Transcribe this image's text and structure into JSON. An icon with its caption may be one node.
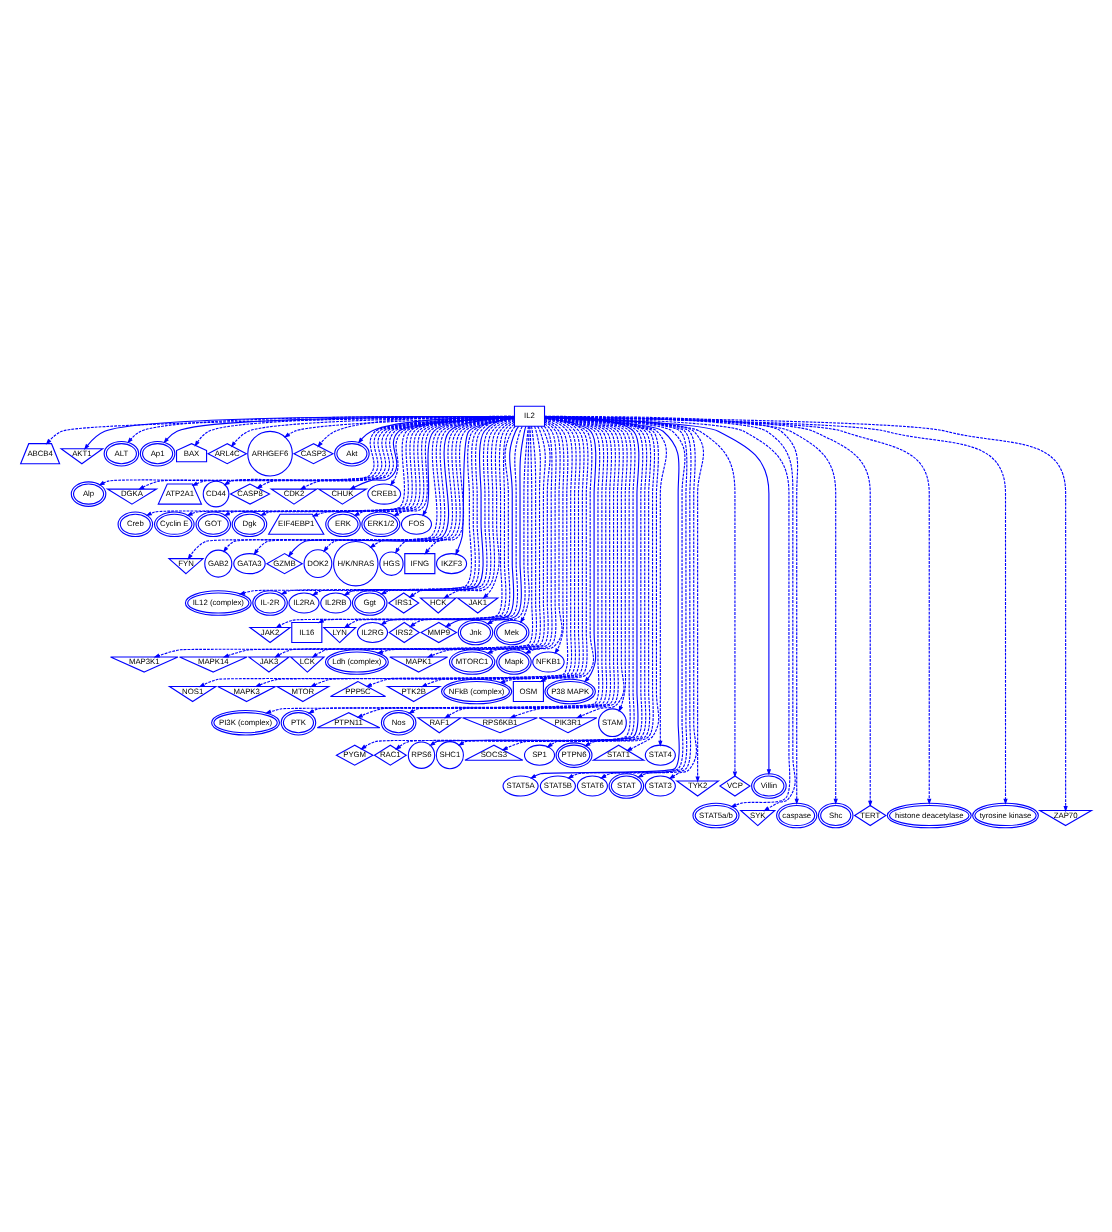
{
  "diagram": {
    "nodes": [
      {
        "text": [
          "IL2"
        ]
      },
      {
        "text": [
          "ABCB4"
        ]
      },
      {
        "text": [
          "AKT1"
        ]
      },
      {
        "text": [
          "ALT"
        ]
      },
      {
        "text": [
          "Ap1"
        ]
      },
      {
        "text": [
          "BAX"
        ]
      },
      {
        "text": [
          "ARL4C"
        ]
      },
      {
        "text": [
          "ARHGEF6"
        ]
      },
      {
        "text": [
          "CASP3"
        ]
      },
      {
        "text": [
          "Akt"
        ]
      },
      {
        "text": [
          "Alp"
        ]
      },
      {
        "text": [
          "DGKA"
        ]
      },
      {
        "text": [
          "ATP2A1"
        ]
      },
      {
        "text": [
          "CD44"
        ]
      },
      {
        "text": [
          "CASP8"
        ]
      },
      {
        "text": [
          "CDK2"
        ]
      },
      {
        "text": [
          "CHUK"
        ]
      },
      {
        "text": [
          "CREB1"
        ]
      },
      {
        "text": [
          "Creb"
        ]
      },
      {
        "text": [
          "Cyclin E"
        ]
      },
      {
        "text": [
          "GOT"
        ]
      },
      {
        "text": [
          "Dgk"
        ]
      },
      {
        "text": [
          "EIF4EBP1"
        ]
      },
      {
        "text": [
          "ERK"
        ]
      },
      {
        "text": [
          "ERK1/2"
        ]
      },
      {
        "text": [
          "FOS"
        ]
      },
      {
        "text": [
          "FYN"
        ]
      },
      {
        "text": [
          "GAB2"
        ]
      },
      {
        "text": [
          "GATA3"
        ]
      },
      {
        "text": [
          "GZMB"
        ]
      },
      {
        "text": [
          "DOK2"
        ]
      },
      {
        "text": [
          "H/K/NRAS"
        ]
      },
      {
        "text": [
          "HGS"
        ]
      },
      {
        "text": [
          "IFNG"
        ]
      },
      {
        "text": [
          "IKZF3"
        ]
      },
      {
        "text": [
          "IL12 (complex)"
        ]
      },
      {
        "text": [
          "IL-2R"
        ]
      },
      {
        "text": [
          "IL2RA"
        ]
      },
      {
        "text": [
          "IL2RB"
        ]
      },
      {
        "text": [
          "Ggt"
        ]
      },
      {
        "text": [
          "IRS1"
        ]
      },
      {
        "text": [
          "HCK"
        ]
      },
      {
        "text": [
          "JAK1"
        ]
      },
      {
        "text": [
          "JAK2"
        ]
      },
      {
        "text": [
          "IL16"
        ]
      },
      {
        "text": [
          "LYN"
        ]
      },
      {
        "text": [
          "IL2RG"
        ]
      },
      {
        "text": [
          "IRS2"
        ]
      },
      {
        "text": [
          "MMP9"
        ]
      },
      {
        "text": [
          "Jnk"
        ]
      },
      {
        "text": [
          "Mek"
        ]
      },
      {
        "text": [
          "MAP3K1"
        ]
      },
      {
        "text": [
          "MAPK14"
        ]
      },
      {
        "text": [
          "JAK3"
        ]
      },
      {
        "text": [
          "LCK"
        ]
      },
      {
        "text": [
          "Ldh (complex)"
        ]
      },
      {
        "text": [
          "MAPK1"
        ]
      },
      {
        "text": [
          "MTORC1"
        ]
      },
      {
        "text": [
          "Mapk"
        ]
      },
      {
        "text": [
          "NFKB1"
        ]
      },
      {
        "text": [
          "NOS1"
        ]
      },
      {
        "text": [
          "MAPK3"
        ]
      },
      {
        "text": [
          "MTOR"
        ]
      },
      {
        "text": [
          "PPP5C"
        ]
      },
      {
        "text": [
          "PTK2B"
        ]
      },
      {
        "text": [
          "NFkB (complex)"
        ]
      },
      {
        "text": [
          "OSM"
        ]
      },
      {
        "text": [
          "P38 MAPK"
        ]
      },
      {
        "text": [
          "PI3K (complex)"
        ]
      },
      {
        "text": [
          "PTK"
        ]
      },
      {
        "text": [
          "PTPN11"
        ]
      },
      {
        "text": [
          "Nos"
        ]
      },
      {
        "text": [
          "RAF1"
        ]
      },
      {
        "text": [
          "RPS6KB1"
        ]
      },
      {
        "text": [
          "PIK3R1"
        ]
      },
      {
        "text": [
          "STAM"
        ]
      },
      {
        "text": [
          "PYGM"
        ]
      },
      {
        "text": [
          "RAC1"
        ]
      },
      {
        "text": [
          "RPS6"
        ]
      },
      {
        "text": [
          "SHC1"
        ]
      },
      {
        "text": [
          "SOCS3"
        ]
      },
      {
        "text": [
          "SP1"
        ]
      },
      {
        "text": [
          "PTPN6"
        ]
      },
      {
        "text": [
          "STAT1"
        ]
      },
      {
        "text": [
          "STAT4"
        ]
      },
      {
        "text": [
          "STAT5A"
        ]
      },
      {
        "text": [
          "STAT5B"
        ]
      },
      {
        "text": [
          "STAT6"
        ]
      },
      {
        "text": [
          "STAT"
        ]
      },
      {
        "text": [
          "STAT3"
        ]
      },
      {
        "text": [
          "TYK2"
        ]
      },
      {
        "text": [
          "VCP"
        ]
      },
      {
        "text": [
          "Villin"
        ]
      },
      {
        "text": [
          "STAT5a/b"
        ]
      },
      {
        "text": [
          "SYK"
        ]
      },
      {
        "text": [
          "caspase"
        ]
      },
      {
        "text": [
          "Shc"
        ]
      },
      {
        "text": [
          "TERT"
        ]
      },
      {
        "text": [
          "histone deacetylase"
        ]
      },
      {
        "text": [
          "tyrosine kinase"
        ]
      },
      {
        "text": [
          "ZAP70"
        ]
      }
    ],
    "edges": [
      {
        "from": 0,
        "to": 1,
        "arrow": "to",
        "style": "dashed"
      },
      {
        "from": 0,
        "to": 2,
        "arrow": "to"
      },
      {
        "from": 0,
        "to": 3,
        "arrow": "to",
        "style": "dashed"
      },
      {
        "from": 0,
        "to": 4,
        "arrow": "to"
      },
      {
        "from": 0,
        "to": 5,
        "arrow": "to",
        "style": "dashed"
      },
      {
        "from": 0,
        "to": 6,
        "arrow": "to",
        "style": "dashed"
      },
      {
        "from": 0,
        "to": 7,
        "arrow": "to",
        "style": "dashed"
      },
      {
        "from": 0,
        "to": 8,
        "arrow": "to",
        "style": "dashed"
      },
      {
        "from": 0,
        "to": 9,
        "arrow": "to"
      },
      {
        "from": 0,
        "to": 10,
        "arrow": "to",
        "style": "dashed"
      },
      {
        "from": 0,
        "to": 11,
        "arrow": "to",
        "style": "dashed"
      },
      {
        "from": 0,
        "to": 12,
        "arrow": "to",
        "style": "dashed"
      },
      {
        "from": 0,
        "to": 13,
        "arrow": "to",
        "style": "dashed"
      },
      {
        "from": 0,
        "to": 14,
        "arrow": "to",
        "style": "dashed"
      },
      {
        "from": 0,
        "to": 15,
        "arrow": "to",
        "style": "dashed"
      },
      {
        "from": 0,
        "to": 16,
        "arrow": "to"
      },
      {
        "from": 0,
        "to": 17,
        "arrow": "to",
        "style": "dashed"
      },
      {
        "from": 0,
        "to": 18,
        "arrow": "to",
        "style": "dashed"
      },
      {
        "from": 0,
        "to": 19,
        "arrow": "to",
        "style": "dashed"
      },
      {
        "from": 0,
        "to": 20,
        "arrow": "to",
        "style": "dashed"
      },
      {
        "from": 0,
        "to": 21,
        "arrow": "to",
        "style": "dashed"
      },
      {
        "from": 0,
        "to": 22,
        "arrow": "to",
        "style": "dashed"
      },
      {
        "from": 0,
        "to": 23,
        "arrow": "to",
        "style": "dashed"
      },
      {
        "from": 0,
        "to": 24,
        "arrow": "to",
        "style": "dashed"
      },
      {
        "from": 0,
        "to": 25,
        "arrow": "to"
      },
      {
        "from": 0,
        "to": 26,
        "arrow": "to",
        "style": "dashed"
      },
      {
        "from": 0,
        "to": 27,
        "arrow": "to",
        "style": "dashed"
      },
      {
        "from": 0,
        "to": 28,
        "arrow": "to",
        "style": "dashed"
      },
      {
        "from": 0,
        "to": 29,
        "arrow": "to"
      },
      {
        "from": 0,
        "to": 30,
        "arrow": "to",
        "style": "dashed"
      },
      {
        "from": 0,
        "to": 31,
        "arrow": "to",
        "style": "dashed"
      },
      {
        "from": 0,
        "to": 32,
        "arrow": "to",
        "style": "dashed"
      },
      {
        "from": 0,
        "to": 33,
        "arrow": "to",
        "style": "dashed"
      },
      {
        "from": 0,
        "to": 34,
        "arrow": "to"
      },
      {
        "from": 0,
        "to": 35,
        "arrow": "to",
        "style": "dashed"
      },
      {
        "from": 0,
        "to": 36,
        "arrow": "to",
        "style": "dashed"
      },
      {
        "from": 0,
        "to": 37,
        "arrow": "to",
        "style": "dashed"
      },
      {
        "from": 0,
        "to": 38,
        "arrow": "to"
      },
      {
        "from": 0,
        "to": 39,
        "arrow": "to",
        "style": "dashed"
      },
      {
        "from": 0,
        "to": 40,
        "arrow": "to",
        "style": "dashed"
      },
      {
        "from": 0,
        "to": 41,
        "arrow": "to",
        "style": "dashed"
      },
      {
        "from": 0,
        "to": 42,
        "arrow": "to",
        "style": "dashed"
      },
      {
        "from": 0,
        "to": 43,
        "arrow": "to",
        "style": "dashed"
      },
      {
        "from": 0,
        "to": 44,
        "arrow": "to",
        "style": "dashed"
      },
      {
        "from": 0,
        "to": 45,
        "arrow": "to",
        "style": "dashed"
      },
      {
        "from": 0,
        "to": 46,
        "arrow": "to"
      },
      {
        "from": 0,
        "to": 47,
        "arrow": "to",
        "style": "dashed"
      },
      {
        "from": 0,
        "to": 48,
        "arrow": "to"
      },
      {
        "from": 0,
        "to": 49,
        "arrow": "to",
        "style": "dashed"
      },
      {
        "from": 0,
        "to": 50,
        "arrow": "to",
        "style": "dashed"
      },
      {
        "from": 0,
        "to": 51,
        "arrow": "to",
        "style": "dashed"
      },
      {
        "from": 0,
        "to": 52,
        "arrow": "to",
        "style": "dashed"
      },
      {
        "from": 0,
        "to": 53,
        "arrow": "to",
        "style": "dashed"
      },
      {
        "from": 0,
        "to": 54,
        "arrow": "to",
        "style": "dashed"
      },
      {
        "from": 0,
        "to": 55,
        "arrow": "to",
        "style": "dashed"
      },
      {
        "from": 0,
        "to": 56,
        "arrow": "to",
        "style": "dashed"
      },
      {
        "from": 0,
        "to": 57,
        "arrow": "to",
        "style": "dashed"
      },
      {
        "from": 0,
        "to": 58,
        "arrow": "to",
        "style": "dashed"
      },
      {
        "from": 0,
        "to": 59,
        "arrow": "to",
        "style": "dashed"
      },
      {
        "from": 0,
        "to": 60,
        "arrow": "to",
        "style": "dashed"
      },
      {
        "from": 0,
        "to": 61,
        "arrow": "to",
        "style": "dashed"
      },
      {
        "from": 0,
        "to": 62,
        "arrow": "to",
        "style": "dashed"
      },
      {
        "from": 0,
        "to": 63,
        "arrow": "to",
        "style": "dashed"
      },
      {
        "from": 0,
        "to": 64,
        "arrow": "to",
        "style": "dashed"
      },
      {
        "from": 0,
        "to": 65,
        "arrow": "to",
        "style": "dashed"
      },
      {
        "from": 0,
        "to": 66,
        "arrow": "to",
        "style": "dashed"
      },
      {
        "from": 0,
        "to": 67,
        "arrow": "to"
      },
      {
        "from": 0,
        "to": 68,
        "arrow": "to",
        "style": "dashed"
      },
      {
        "from": 0,
        "to": 69,
        "arrow": "to",
        "style": "dashed"
      },
      {
        "from": 0,
        "to": 70,
        "arrow": "to",
        "style": "dashed"
      },
      {
        "from": 0,
        "to": 71,
        "arrow": "to",
        "style": "dashed"
      },
      {
        "from": 0,
        "to": 72,
        "arrow": "to",
        "style": "dashed"
      },
      {
        "from": 0,
        "to": 73,
        "arrow": "to",
        "style": "dashed"
      },
      {
        "from": 0,
        "to": 74,
        "arrow": "to",
        "style": "dashed"
      },
      {
        "from": 0,
        "to": 75,
        "arrow": "to",
        "style": "dashed"
      },
      {
        "from": 0,
        "to": 76,
        "arrow": "to",
        "style": "dashed"
      },
      {
        "from": 0,
        "to": 77,
        "arrow": "to",
        "style": "dashed"
      },
      {
        "from": 0,
        "to": 78,
        "arrow": "to"
      },
      {
        "from": 0,
        "to": 79,
        "arrow": "to",
        "style": "dashed"
      },
      {
        "from": 0,
        "to": 80,
        "arrow": "to",
        "style": "dashed"
      },
      {
        "from": 0,
        "to": 81,
        "arrow": "to",
        "style": "dashed"
      },
      {
        "from": 0,
        "to": 82,
        "arrow": "to",
        "style": "dashed"
      },
      {
        "from": 0,
        "to": 83,
        "arrow": "to",
        "style": "dashed"
      },
      {
        "from": 0,
        "to": 84,
        "arrow": "to",
        "style": "dashed"
      },
      {
        "from": 0,
        "to": 85,
        "arrow": "to"
      },
      {
        "from": 0,
        "to": 86,
        "arrow": "to",
        "style": "dashed"
      },
      {
        "from": 0,
        "to": 87,
        "arrow": "to",
        "style": "dashed"
      },
      {
        "from": 0,
        "to": 88,
        "arrow": "to",
        "style": "dashed"
      },
      {
        "from": 0,
        "to": 89,
        "arrow": "to",
        "style": "dashed"
      },
      {
        "from": 0,
        "to": 90,
        "arrow": "to",
        "style": "dashed"
      },
      {
        "from": 0,
        "to": 91,
        "arrow": "to",
        "style": "dashed"
      },
      {
        "from": 0,
        "to": 92,
        "arrow": "to"
      },
      {
        "from": 0,
        "to": 93,
        "arrow": "to",
        "style": "dashed"
      },
      {
        "from": 0,
        "to": 94,
        "arrow": "to",
        "style": "dashed"
      },
      {
        "from": 0,
        "to": 95,
        "arrow": "to",
        "style": "dashed"
      },
      {
        "from": 0,
        "to": 96,
        "arrow": "to",
        "style": "dashed"
      },
      {
        "from": 0,
        "to": 97,
        "arrow": "to",
        "style": "dashed"
      },
      {
        "from": 0,
        "to": 98,
        "arrow": "to",
        "style": "dashed"
      },
      {
        "from": 0,
        "to": 99,
        "arrow": "to",
        "style": "dashed"
      },
      {
        "from": 0,
        "to": 100,
        "arrow": "to",
        "style": "dashed"
      }
    ]
  }
}
